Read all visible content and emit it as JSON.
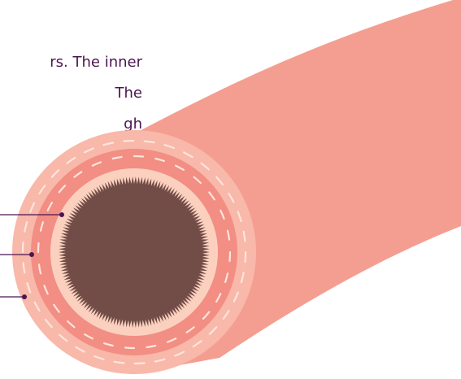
{
  "description_text": {
    "lines": [
      "rs. The inner",
      "The",
      "gh",
      "."
    ]
  },
  "labels": [
    {
      "name": "inner-layer-pointer",
      "text": ""
    },
    {
      "name": "middle-layer-pointer",
      "text": ""
    },
    {
      "name": "outer-layer-pointer",
      "text": ""
    }
  ],
  "colors": {
    "vessel": "#f49e91",
    "vessel_shade": "#f28e83",
    "outer_ring": "#f8b8aa",
    "muscle_dash": "#fde5dc",
    "inner_ring": "#fbd0bf",
    "lumen": "#724d47",
    "text": "#4a1550",
    "pointer": "#4a1550"
  }
}
